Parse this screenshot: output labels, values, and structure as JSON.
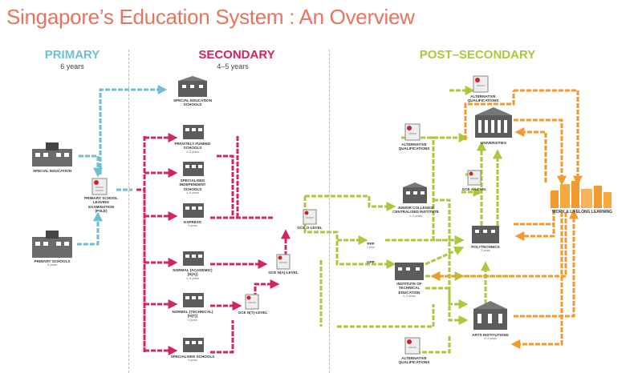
{
  "title": "Singapore’s Education System : An Overview",
  "stages": {
    "primary": {
      "label": "PRIMARY",
      "duration": "6 years",
      "color": "#6fbfd3"
    },
    "secondary": {
      "label": "SECONDARY",
      "duration": "4–5 years",
      "color": "#d4245c"
    },
    "post_secondary": {
      "label": "POST–SECONDARY",
      "duration": "",
      "color": "#a9c83c"
    }
  },
  "accent_colors": {
    "work": "#f39a2e"
  },
  "nodes": {
    "special_education": {
      "name": "SPECIAL EDUCATION",
      "years": ""
    },
    "primary_schools": {
      "name": "PRIMARY SCHOOLS",
      "years": "6 years"
    },
    "psle": {
      "name": "PRIMARY SCHOOL LEAVING EXAMINATION (PSLE)",
      "years": ""
    },
    "special_education_schools": {
      "name": "SPECIAL EDUCATION SCHOOLS",
      "years": ""
    },
    "privately_funded": {
      "name": "PRIVATELY FUNDED SCHOOLS",
      "years": "4–6 years"
    },
    "specialised_independent": {
      "name": "SPECIALISED INDEPENDENT SCHOOLS",
      "years": "4–6 years"
    },
    "express": {
      "name": "EXPRESS",
      "years": "4 years"
    },
    "normal_academic": {
      "name": "NORMAL (ACADEMIC) [N(A)]",
      "years": "4–5 years"
    },
    "normal_technical": {
      "name": "NORMAL (TECHNICAL) [N(T)]",
      "years": "4 years"
    },
    "specialised_schools": {
      "name": "SPECIALISED SCHOOLS",
      "years": "4 years"
    },
    "gce_o_level": {
      "name": "GCE O-LEVEL",
      "years": ""
    },
    "gce_na_level": {
      "name": "GCE N(A)-LEVEL",
      "years": ""
    },
    "gce_nt_level": {
      "name": "GCE N(T)-LEVEL",
      "years": ""
    },
    "alt_qual_top": {
      "name": "ALTERNATIVE QUALIFICATIONS",
      "years": ""
    },
    "alt_qual_mid": {
      "name": "ALTERNATIVE QUALIFICATIONS",
      "years": ""
    },
    "alt_qual_bottom": {
      "name": "ALTERNATIVE QUALIFICATIONS",
      "years": ""
    },
    "junior_colleges": {
      "name": "JUNIOR COLLEGES/ CENTRALISED INSTITUTE",
      "years": "2–3 years"
    },
    "gce_a_level": {
      "name": "GCE A-LEVEL",
      "years": ""
    },
    "pfp": {
      "name": "PFP",
      "years": "1 year"
    },
    "dpp": {
      "name": "DPP",
      "years": ""
    },
    "ite": {
      "name": "INSTITUTE OF TECHNICAL EDUCATION",
      "years": "2–3 years"
    },
    "universities": {
      "name": "UNIVERSITIES",
      "years": ""
    },
    "polytechnics": {
      "name": "POLYTECHNICS",
      "years": "3 years"
    },
    "arts_institutions": {
      "name": "ARTS INSTITUTIONS",
      "years": "3–4 years"
    },
    "work": {
      "name": "WORK & LIFELONG LEARNING",
      "years": ""
    }
  }
}
